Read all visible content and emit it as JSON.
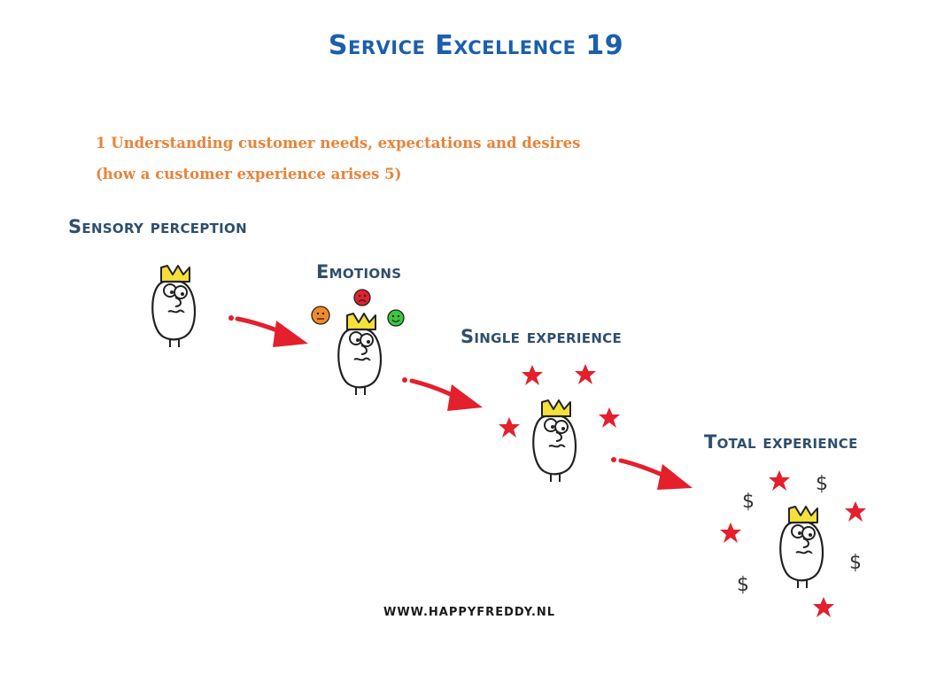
{
  "title": "Service Excellence 19",
  "subtitle": {
    "line1": "1 Understanding customer needs, expectations and desires",
    "line2": "(how a customer experience arises 5)"
  },
  "stages": {
    "sensory": "Sensory perception",
    "emotions": "Emotions",
    "single": "Single experience",
    "total": "Total experience"
  },
  "footer": "WWW.HAPPYFREDDY.NL",
  "symbols": {
    "dollar": "$"
  },
  "colors": {
    "title": "#1b5fad",
    "subtitle": "#e8833a",
    "stage_label": "#2e4f6e",
    "arrow": "#e3202c",
    "crown": "#f5e03a",
    "star": "#e3202c",
    "emotion_orange": "#f08a2a",
    "emotion_red": "#e3202c",
    "emotion_green": "#3cc93c"
  },
  "icons": [
    "king-figure-icon",
    "red-arrow-icon",
    "star-icon",
    "dollar-icon",
    "emotion-face-icon"
  ]
}
